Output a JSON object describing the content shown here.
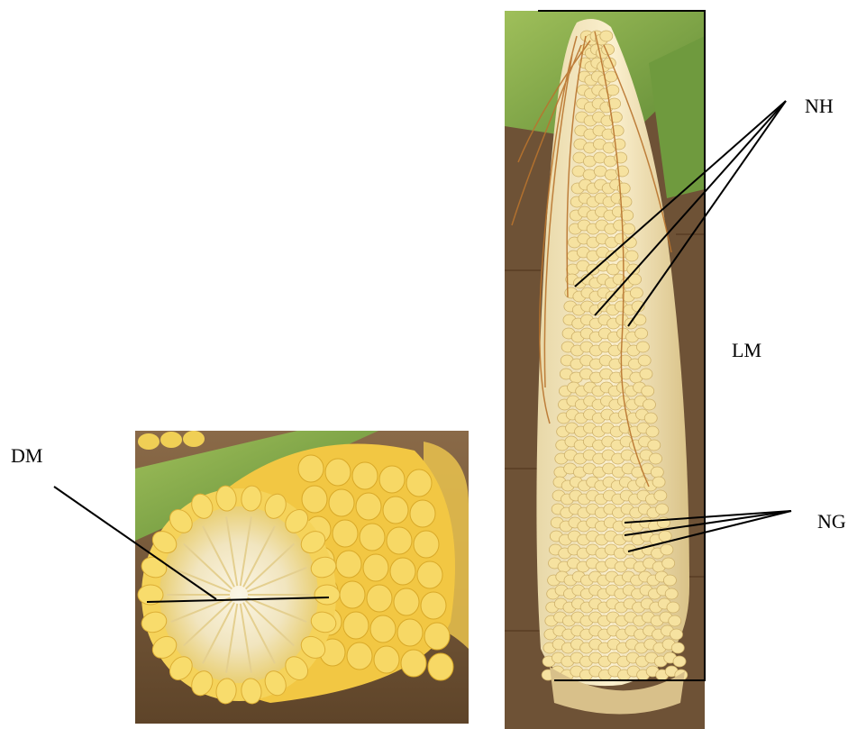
{
  "labels": {
    "dm": "DM",
    "nh": "NH",
    "lm": "LM",
    "ng": "NG"
  },
  "colors": {
    "kernel": "#f3d45c",
    "kernel_pale": "#f6e3a4",
    "cob_core": "#f4ecd2",
    "husk_green": "#7fa64a",
    "wood": "#7a5a3a",
    "silk": "#b9742e",
    "line": "#000000"
  },
  "icons": [
    "corn-cross-section-photo",
    "corn-ear-photo"
  ]
}
